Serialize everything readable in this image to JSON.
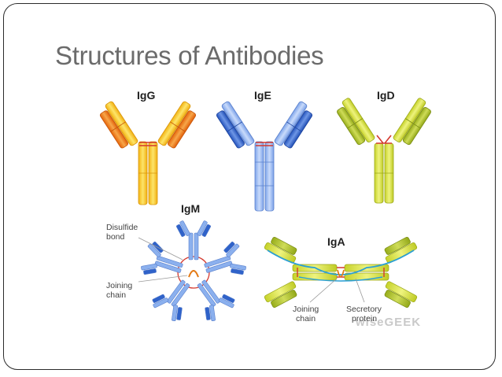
{
  "slide": {
    "title": "Structures of Antibodies"
  },
  "antibodies": {
    "igg": {
      "label": "IgG",
      "heavy_color": "#f6c21a",
      "light_color": "#f08a19"
    },
    "ige": {
      "label": "IgE",
      "heavy_color": "#86aef0",
      "light_color": "#2b5fc9"
    },
    "igd": {
      "label": "IgD",
      "heavy_color": "#d9e23a",
      "light_color": "#a8bc22"
    },
    "igm": {
      "label": "IgM",
      "color": "#86aef0"
    },
    "iga": {
      "label": "IgA",
      "color": "#c9d934"
    }
  },
  "annotations": {
    "disulfide_bond": [
      "Disulfide",
      "bond"
    ],
    "joining_chain_igm": [
      "Joining",
      "chain"
    ],
    "joining_chain_iga": [
      "Joining",
      "chain"
    ],
    "secretory_protein": [
      "Secretory",
      "protein"
    ]
  },
  "colors": {
    "disulfide": "#d4382e",
    "secretory": "#2a9fd6",
    "pointer": "#9a9a9a"
  },
  "watermark": "wiseGEEK"
}
